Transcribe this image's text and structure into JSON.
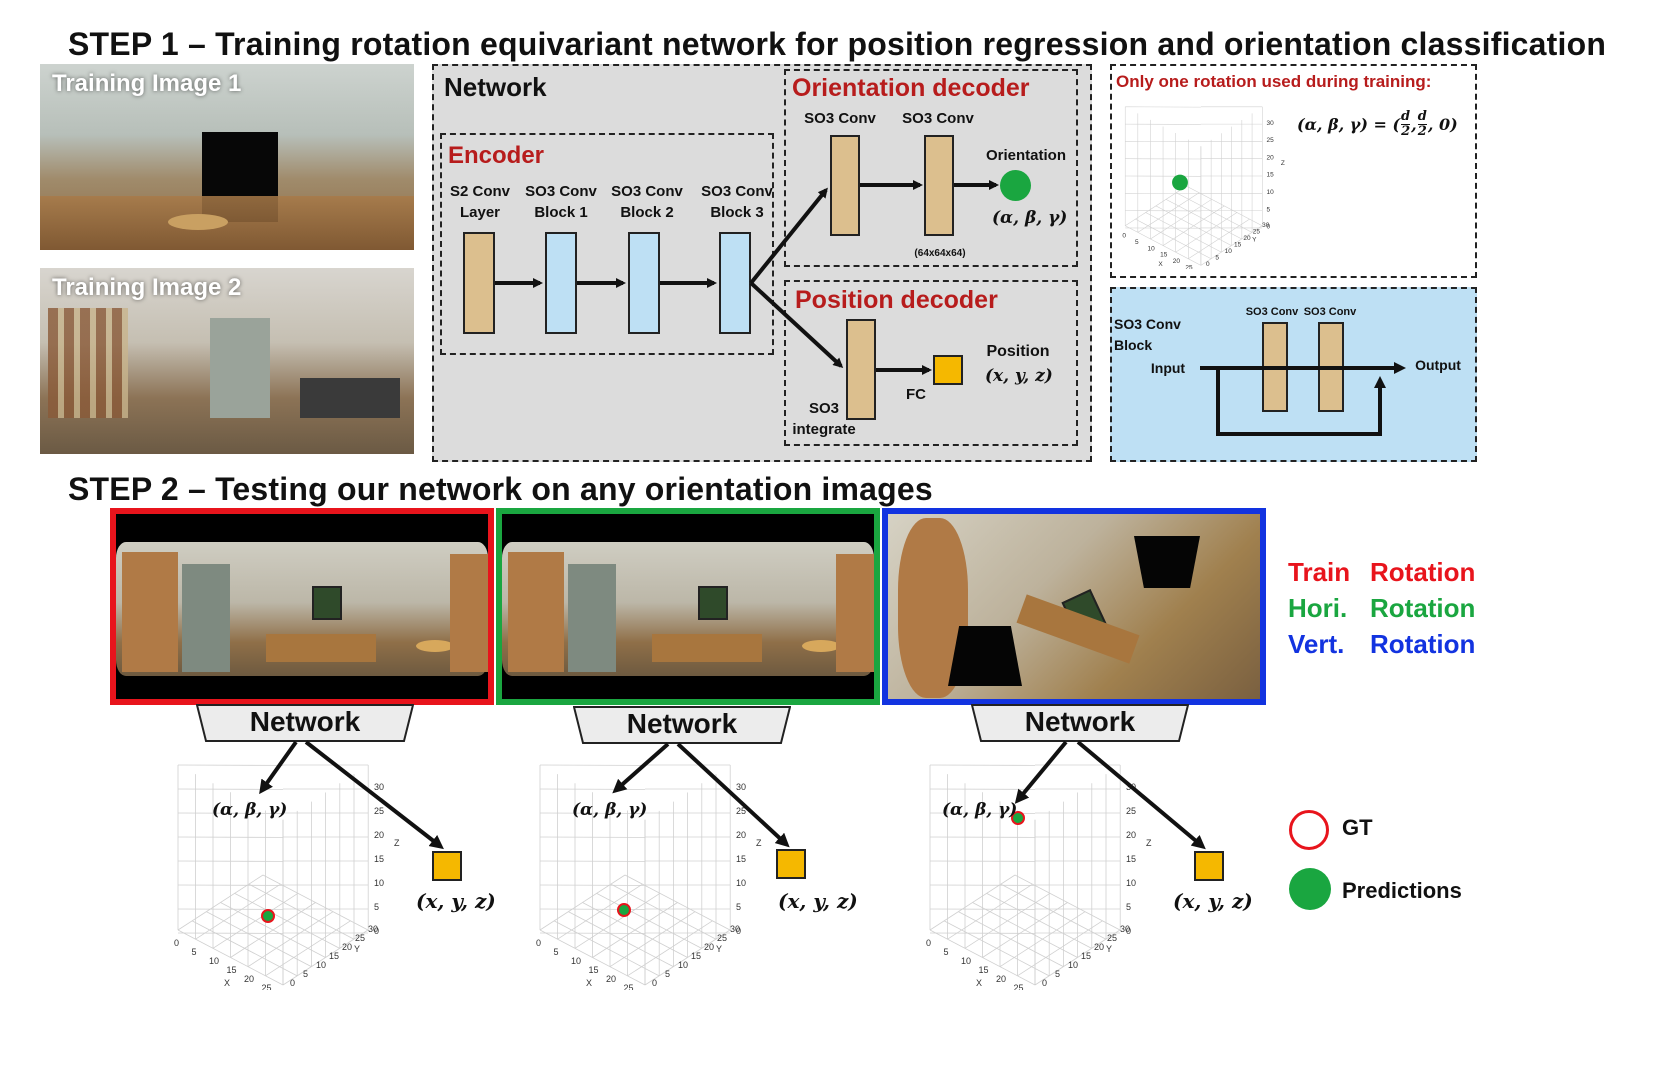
{
  "step1": {
    "title": "STEP 1 – Training rotation equivariant network for position regression and orientation classification",
    "training_images": [
      {
        "label": "Training Image 1"
      },
      {
        "label": "Training Image 2"
      }
    ],
    "network": {
      "title": "Network",
      "encoder": {
        "title": "Encoder",
        "blocks": [
          {
            "line1": "S2 Conv",
            "line2": "Layer"
          },
          {
            "line1": "SO3 Conv",
            "line2": "Block 1"
          },
          {
            "line1": "SO3 Conv",
            "line2": "Block 2"
          },
          {
            "line1": "SO3 Conv",
            "line2": "Block 3"
          }
        ]
      },
      "orientation_decoder": {
        "title": "Orientation decoder",
        "conv1": "SO3 Conv",
        "conv2": "SO3 Conv",
        "size_note": "(64x64x64)",
        "output_label": "Orientation",
        "output_math": "(α, β, γ)"
      },
      "position_decoder": {
        "title": "Position decoder",
        "integrate_line1": "SO3",
        "integrate_line2": "integrate",
        "fc_label": "FC",
        "output_label": "Position",
        "output_math": "(x, y, z)"
      }
    },
    "rotation_panel": {
      "title": "Only one rotation used during training:",
      "equation_lhs": "(α, β, γ) = (",
      "frac_num": "d",
      "frac_den": "2",
      "equation_tail": ", 0)"
    },
    "block_panel": {
      "title_line1": "SO3 Conv",
      "title_line2": "Block",
      "conv1": "SO3 Conv",
      "conv2": "SO3 Conv",
      "input_label": "Input",
      "output_label": "Output"
    }
  },
  "step2": {
    "title": "STEP 2 – Testing our network on any orientation images",
    "network_label": "Network",
    "orientation_label": "(α, β, γ)",
    "position_label": "(x, y, z)",
    "legend": [
      {
        "word1": "Train",
        "word2": "Rotation",
        "color": "#e8141c"
      },
      {
        "word1": "Hori.",
        "word2": "Rotation",
        "color": "#1aa640"
      },
      {
        "word1": "Vert.",
        "word2": "Rotation",
        "color": "#1233e0"
      }
    ],
    "marker_legend": {
      "gt": "GT",
      "pred": "Predictions"
    }
  },
  "plot_ticks": {
    "axis": [
      "0",
      "5",
      "10",
      "15",
      "20",
      "25",
      "30"
    ],
    "z": [
      "0",
      "5",
      "10",
      "15",
      "20",
      "25",
      "30"
    ],
    "x_label": "X",
    "y_label": "Y",
    "z_label": "Z"
  },
  "colors": {
    "accent_red": "#b71c1c",
    "tan_block": "#dcbf8e",
    "blue_block": "#bee0f4",
    "gray_panel": "#dcdcdc",
    "green_pred": "#1aa640",
    "yellow_square": "#f5b800"
  }
}
